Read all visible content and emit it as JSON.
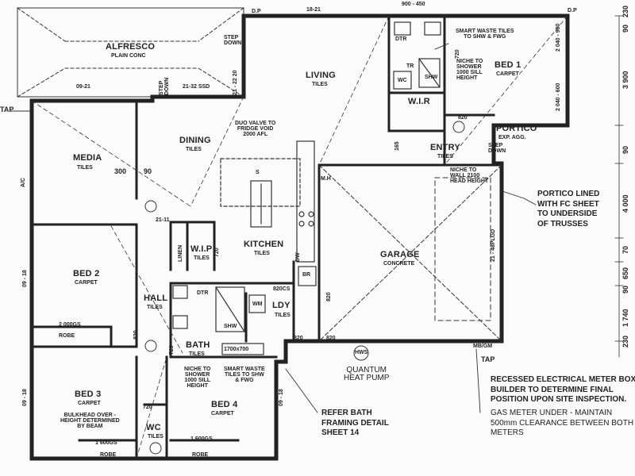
{
  "rooms": {
    "alfresco": {
      "name": "ALFRESCO",
      "finish": "PLAIN CONC"
    },
    "living": {
      "name": "LIVING",
      "finish": "TILES"
    },
    "bed1": {
      "name": "BED 1",
      "finish": "CARPET"
    },
    "media": {
      "name": "MEDIA",
      "finish": "TILES"
    },
    "dining": {
      "name": "DINING",
      "finish": "TILES"
    },
    "kitchen": {
      "name": "KITCHEN",
      "finish": "TILES"
    },
    "entry": {
      "name": "ENTRY",
      "finish": "TILES"
    },
    "portico": {
      "name": "PORTICO",
      "finish": "EXP. AGG."
    },
    "garage": {
      "name": "GARAGE",
      "finish": "CONCRETE"
    },
    "bed2": {
      "name": "BED 2",
      "finish": "CARPET"
    },
    "hall": {
      "name": "HALL",
      "finish": "TILES"
    },
    "wip": {
      "name": "W.I.P",
      "finish": "TILES"
    },
    "linen": {
      "name": "LINEN"
    },
    "ldy": {
      "name": "LDY",
      "finish": "TILES"
    },
    "bath": {
      "name": "BATH",
      "finish": "TILES"
    },
    "bed3": {
      "name": "BED 3",
      "finish": "CARPET"
    },
    "bed4": {
      "name": "BED 4",
      "finish": "CARPET"
    },
    "wc": {
      "name": "WC",
      "finish": "TILES"
    },
    "wir": {
      "name": "W.I.R"
    }
  },
  "robes": [
    "ROBE",
    "ROBE",
    "ROBE"
  ],
  "notes": {
    "smart_waste_ens": "SMART WASTE TILES\nTO SHW & FWG",
    "niche_ens": "NICHE TO\nSHOWER\n1000 SILL\nHEIGHT",
    "duo_valve": "DUO VALVE TO\nFRIDGE VOID\n2000 AFL",
    "niche_wall": "NICHE TO\nWALL 2100\nHEAD HEIGHT",
    "portico_lined": "PORTICO LINED\nWITH FC SHEET\nTO UNDERSIDE\nOF TRUSSES",
    "niche_bath": "NICHE TO\nSHOWER\n1000 SILL\nHEIGHT",
    "smart_waste_bath": "SMART WASTE\nTILES TO SHW\n& FWG",
    "refer_bath": "REFER BATH\nFRAMING DETAIL\nSHEET 14",
    "quantum_heat_pump": "QUANTUM\nHEAT PUMP",
    "meter_box": "RECESSED ELECTRICAL METER BOX -\nBUILDER TO DETERMINE FINAL\nPOSITION UPON SITE INSPECTION.",
    "gas_meter": "GAS METER UNDER - MAINTAIN\n500mm CLEARANCE BETWEEN BOTH\nMETERS",
    "bulkhead": "BULKHEAD OVER -\nHEIGHT DETERMINED\nBY BEAM",
    "tap_left": "TAP",
    "tap_right": "TAP",
    "step_down_alfresco": "STEP\nDOWN",
    "step_down_alfresco2": "STEP\nDOWN",
    "step_down_portico": "STEP\nDOWN",
    "ac": "A/C",
    "mb_gm": "MB/GM",
    "hws": "HWS",
    "dp1": "D.P",
    "dp2": "D.P",
    "mh": "M.H"
  },
  "dimensions": {
    "d1821_top": "18-21",
    "d0921_alfresco": "09-21",
    "d2132ssd": "21-32 SSD",
    "d212220_vert": "21 - 22 20",
    "d300": "300",
    "d90": "90",
    "d720_wip": "720",
    "d820_ens": "820",
    "d720_ens": "720",
    "d2040_900": "2 040 - 900",
    "d2040_600": "2 040 - 600",
    "d820cs": "820CS",
    "d2000gs": "2 000GS",
    "d1600gs_a": "1 600GS",
    "d1600gs_b": "1 600GS",
    "d820_ldy": "820",
    "d820_a": "820",
    "d820_b": "820",
    "d720_wc": "720",
    "d720_bath": "720",
    "d820_bed3": "820",
    "d165": "165",
    "d0918_bed2": "09 - 18",
    "d0918_bed3": "09 - 18",
    "d0918_bed4": "09 - 18",
    "d2148plgd": "21 - 48PLGD",
    "d2111": "21-11",
    "d1700x700": "1700x700",
    "right_3900": "3 900",
    "right_4000": "4 000",
    "right_1740": "1 740",
    "right_90a": "90",
    "right_90b": "90",
    "right_90c": "90",
    "right_650": "650",
    "right_70": "70",
    "right_230a": "230",
    "right_230b": "230",
    "top_900_450": "900 - 450"
  },
  "fixtures": {
    "dtr1": "DTR",
    "dtr2": "DTR",
    "dw": "DW",
    "br": "BR",
    "wm": "WM",
    "tr": "TR",
    "wc": "WC",
    "shw1": "SHW",
    "shw2": "SHW",
    "s": "S"
  }
}
